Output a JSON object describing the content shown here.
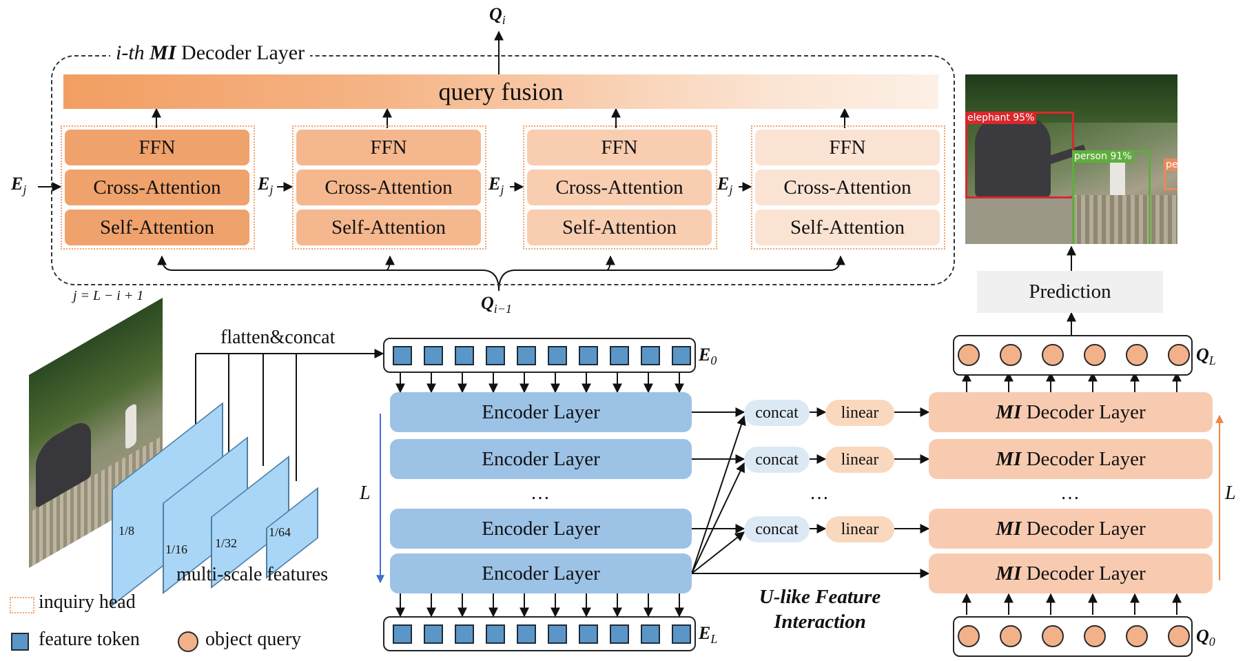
{
  "decoder_detail": {
    "title_prefix": "i-th ",
    "title_bold": "MI",
    "title_suffix": " Decoder Layer",
    "output_base": "Q",
    "output_sub": "i",
    "fusion_label": "query fusion",
    "heads": [
      {
        "ffn": "FFN",
        "cross": "Cross-Attention",
        "self": "Self-Attention"
      },
      {
        "ffn": "FFN",
        "cross": "Cross-Attention",
        "self": "Self-Attention"
      },
      {
        "ffn": "FFN",
        "cross": "Cross-Attention",
        "self": "Self-Attention"
      },
      {
        "ffn": "FFN",
        "cross": "Cross-Attention",
        "self": "Self-Attention"
      }
    ],
    "ej_base": "E",
    "ej_sub": "j",
    "input_base": "Q",
    "input_sub": "i−1",
    "relation": "j = L − i + 1"
  },
  "prediction": {
    "label": "Prediction",
    "detections": [
      {
        "label": "elephant 95%",
        "color": "#d8282c"
      },
      {
        "label": "person 91%",
        "color": "#5fae3c"
      },
      {
        "label": "pe",
        "color": "#e88a5a"
      }
    ]
  },
  "left": {
    "flatten_label": "flatten&concat",
    "scales": [
      "1/8",
      "1/16",
      "1/32",
      "1/64"
    ],
    "features_label": "multi-scale features",
    "vertical_axis": "L"
  },
  "encoder": {
    "top_tokens_base": "E",
    "top_tokens_sub": "0",
    "bottom_tokens_base": "E",
    "bottom_tokens_sub": "L",
    "layers": [
      "Encoder Layer",
      "Encoder Layer",
      "Encoder Layer",
      "Encoder Layer"
    ],
    "ellipsis": "…"
  },
  "interaction": {
    "concat_label": "concat",
    "linear_label": "linear",
    "ellipsis": "…",
    "title_line1": "U-like Feature",
    "title_line2": "Interaction"
  },
  "decoder": {
    "layer_bold": "MI",
    "layer_text": " Decoder Layer",
    "ellipsis": "…",
    "top_queries_base": "Q",
    "top_queries_sub": "L",
    "bottom_queries_base": "Q",
    "bottom_queries_sub": "0",
    "vertical_axis": "L"
  },
  "legend": {
    "inquiry_head": "inquiry head",
    "feature_token": "feature token",
    "object_query": "object query"
  },
  "colors": {
    "encoder": "#9cc2e6",
    "decoder": "#f8cbb1",
    "token": "#5b96c9",
    "query": "#f3b18a",
    "inquiry_border": "#f2a06a",
    "down_arrow": "#3a6fcf",
    "up_arrow": "#e8894a"
  }
}
